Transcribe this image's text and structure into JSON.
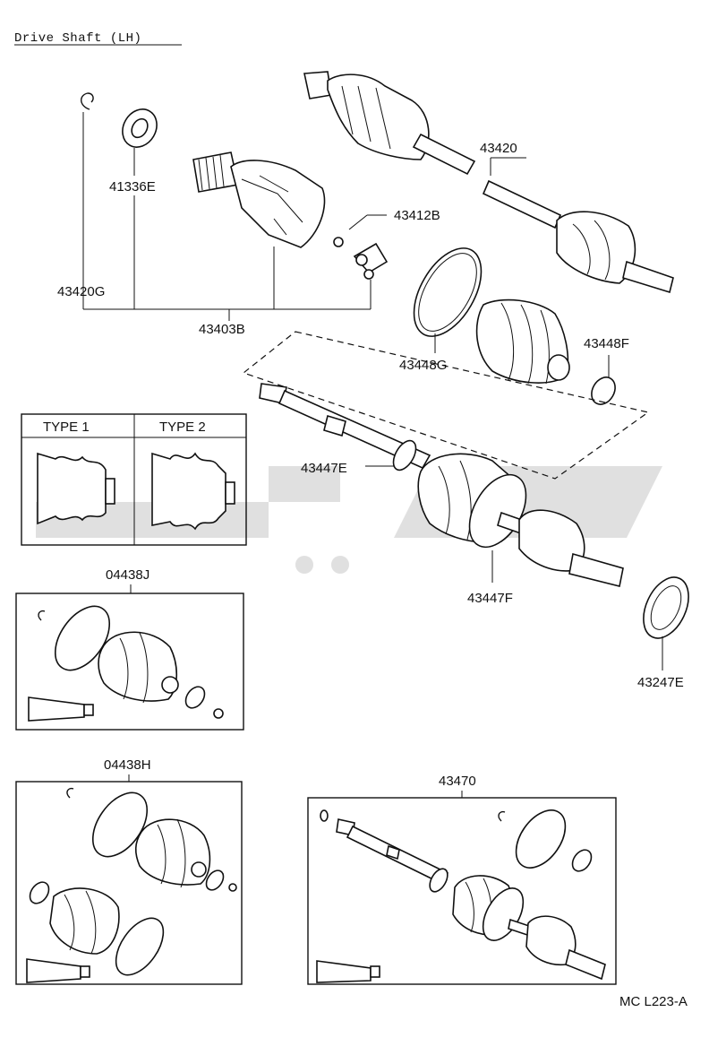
{
  "title": "Drive Shaft (LH)",
  "footer_code": "MC L223-A",
  "type_table": {
    "type1": "TYPE 1",
    "type2": "TYPE 2"
  },
  "labels": {
    "p41336E": "41336E",
    "p43420G": "43420G",
    "p43403B": "43403B",
    "p43412B": "43412B",
    "p43420": "43420",
    "p43448G": "43448G",
    "p43448F": "43448F",
    "p43447E": "43447E",
    "p43447F": "43447F",
    "p43247E": "43247E",
    "p04438J": "04438J",
    "p04438H": "04438H",
    "p43470": "43470"
  }
}
